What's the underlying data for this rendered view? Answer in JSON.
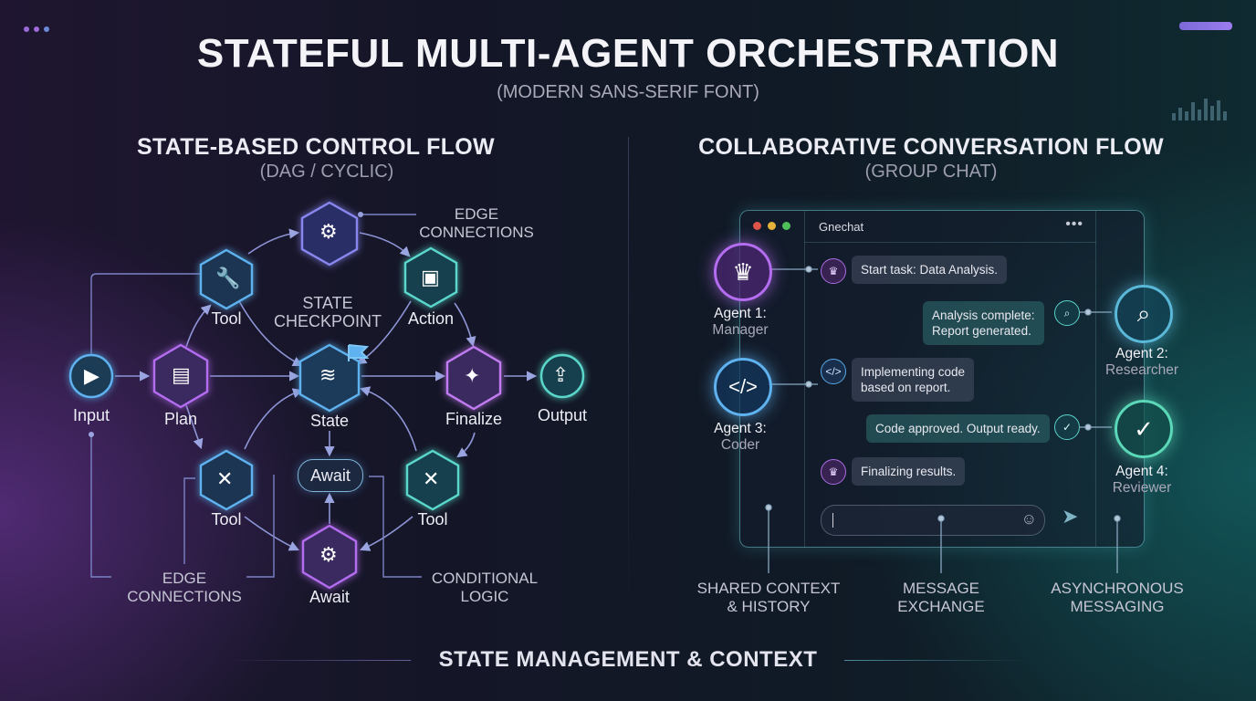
{
  "title": "STATEFUL MULTI-AGENT ORCHESTRATION",
  "subtitle": "(MODERN SANS-SERIF FONT)",
  "left_section": {
    "title": "STATE-BASED CONTROL FLOW",
    "subtitle": "(DAG / CYCLIC)",
    "nodes": {
      "input": "Input",
      "plan": "Plan",
      "tool_top": "Tool",
      "state_checkpoint": "STATE\nCHECKPOINT",
      "state": "State",
      "action": "Action",
      "finalize": "Finalize",
      "output": "Output",
      "tool_bottom_left": "Tool",
      "await_pill": "Await",
      "tool_bottom_right": "Tool",
      "await_bottom": "Await"
    },
    "annotations": {
      "edge_top": "EDGE\nCONNECTIONS",
      "edge_bottom": "EDGE\nCONNECTIONS",
      "conditional": "CONDITIONAL\nLOGIC"
    },
    "colors": {
      "purple": "#b46cf0",
      "blue": "#5fb2f0",
      "teal": "#5ad8cc"
    }
  },
  "right_section": {
    "title": "COLLABORATIVE CONVERSATION FLOW",
    "subtitle": "(GROUP CHAT)",
    "chat": {
      "window_title": "Gnechat",
      "menu_icon": "ellipsis-icon",
      "messages": [
        {
          "text": "Start task: Data Analysis.",
          "icon": "crown-icon",
          "side": "left"
        },
        {
          "text": "Analysis complete:\nReport generated.",
          "icon": "search-icon",
          "side": "right"
        },
        {
          "text": "Implementing code\nbased on report.",
          "icon": "code-icon",
          "side": "left"
        },
        {
          "text": "Code approved. Output ready.",
          "icon": "check-icon",
          "side": "right"
        },
        {
          "text": "Finalizing results.",
          "icon": "crown-icon",
          "side": "left"
        }
      ]
    },
    "agents": [
      {
        "name": "Agent 1:",
        "role": "Manager",
        "icon": "crown-icon"
      },
      {
        "name": "Agent 2:",
        "role": "Researcher",
        "icon": "search-icon"
      },
      {
        "name": "Agent 3:",
        "role": "Coder",
        "icon": "code-icon"
      },
      {
        "name": "Agent 4:",
        "role": "Reviewer",
        "icon": "check-icon"
      }
    ],
    "annotations": {
      "shared_context": "SHARED CONTEXT\n& HISTORY",
      "message_exchange": "MESSAGE\nEXCHANGE",
      "async_messaging": "ASYNCHRONOUS\nMESSAGING"
    }
  },
  "footer": "STATE MANAGEMENT & CONTEXT"
}
